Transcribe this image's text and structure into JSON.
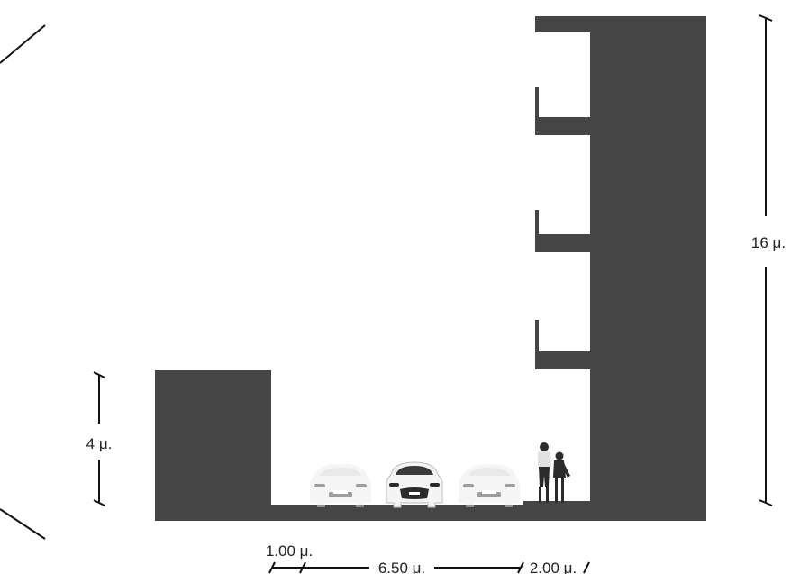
{
  "colors": {
    "building": "#454545",
    "background": "#ffffff",
    "dimension_line": "#111111",
    "label": "#222222"
  },
  "dimensions": {
    "left_height": "4 μ.",
    "right_height": "16 μ.",
    "sidewalk_left": "1.00 μ.",
    "roadway": "6.50 μ.",
    "sidewalk_right": "2.00 μ."
  },
  "icons": {
    "cars": [
      "car-icon",
      "car-icon",
      "car-icon"
    ],
    "pedestrians": "pedestrians-icon"
  }
}
